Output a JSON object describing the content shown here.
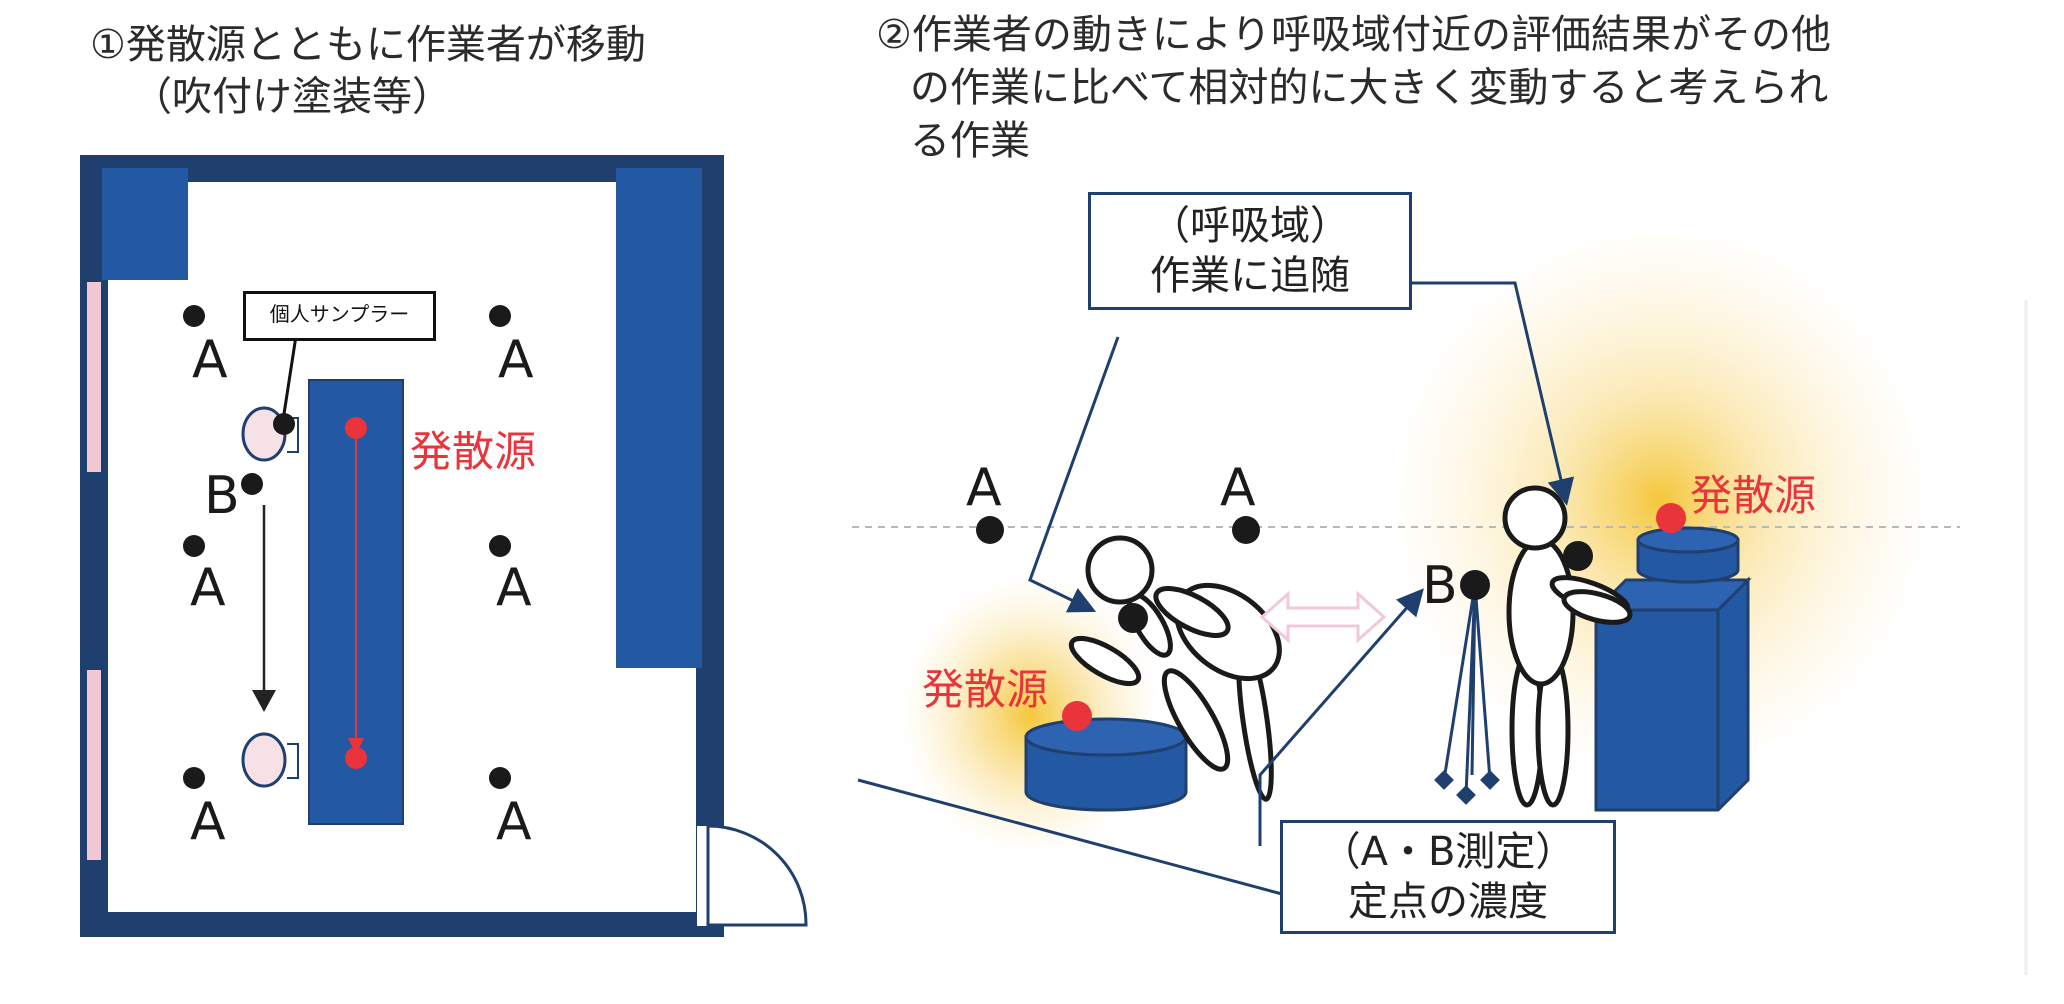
{
  "left_panel": {
    "title_line1": "①発散源とともに作業者が移動",
    "title_line2": "（吹付け塗装等）",
    "sampler_label": "個人サンプラー",
    "source_label": "発散源",
    "point_a": "A",
    "point_b": "B"
  },
  "right_panel": {
    "title_line1": "②作業者の動きにより呼吸域付近の評価結果がその他",
    "title_line2": "の作業に比べて相対的に大きく変動すると考えられ",
    "title_line3": "る作業",
    "breathing_zone_line1": "（呼吸域）",
    "breathing_zone_line2": "作業に追随",
    "fixed_point_line1": "（A・B測定）",
    "fixed_point_line2": "定点の濃度",
    "source_label": "発散源",
    "point_a": "A",
    "point_b": "B"
  },
  "colors": {
    "wall_blue": "#1f3f6e",
    "block_blue": "#2359a3",
    "source_red": "#e8343a",
    "glow_yellow": "#f7c842",
    "sampler_pink": "#f6e1e6",
    "window_pink": "#f2c9d3"
  }
}
